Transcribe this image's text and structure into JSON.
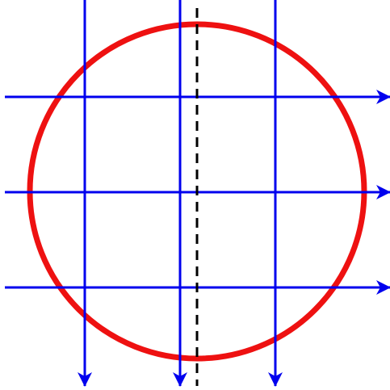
{
  "diagram": {
    "circle": {
      "color": "#ee1111"
    },
    "arrows": {
      "color": "#0000ee",
      "vertical_count": 3,
      "horizontal_count": 3,
      "vertical_direction": "down",
      "horizontal_direction": "right"
    },
    "axis": {
      "color": "#000000",
      "style": "dashed",
      "orientation": "vertical"
    }
  }
}
